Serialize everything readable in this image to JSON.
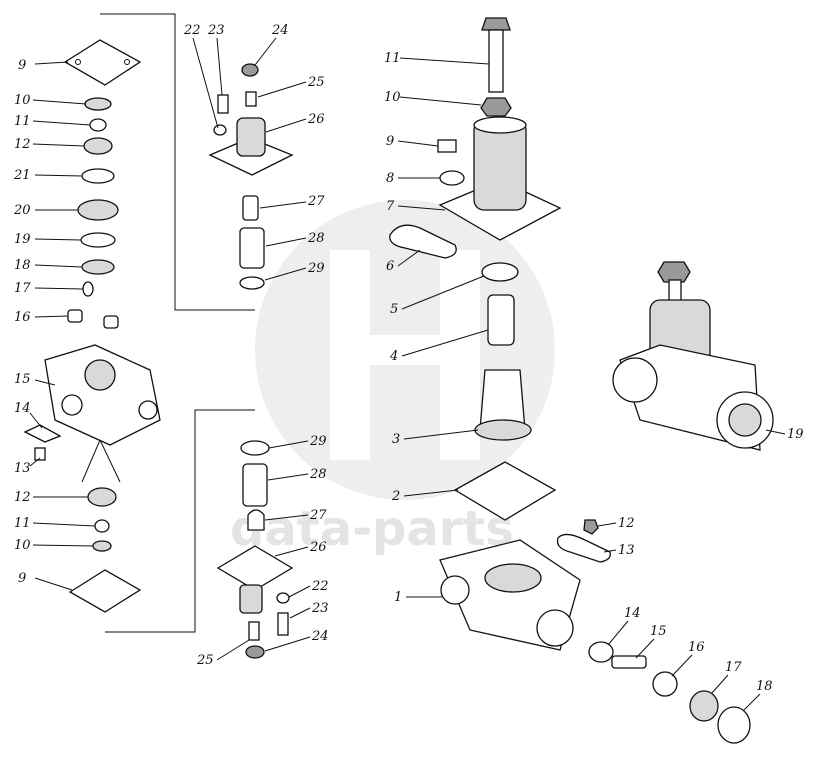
{
  "diagram": {
    "watermark": "data-parts",
    "left_column_labels": [
      "9",
      "10",
      "11",
      "12",
      "21",
      "20",
      "19",
      "18",
      "17",
      "16",
      "15",
      "14",
      "13",
      "12",
      "11",
      "10",
      "9"
    ],
    "upper_mid_labels": [
      "22",
      "23",
      "24",
      "25",
      "26",
      "27",
      "28",
      "29"
    ],
    "lower_mid_labels": [
      "29",
      "28",
      "27",
      "26",
      "22",
      "23",
      "24",
      "25"
    ],
    "right_stack_labels": [
      "11",
      "10",
      "9",
      "8",
      "7",
      "6",
      "5",
      "4",
      "3",
      "2",
      "1",
      "12",
      "13",
      "14",
      "15",
      "16",
      "17",
      "18",
      "19"
    ]
  }
}
